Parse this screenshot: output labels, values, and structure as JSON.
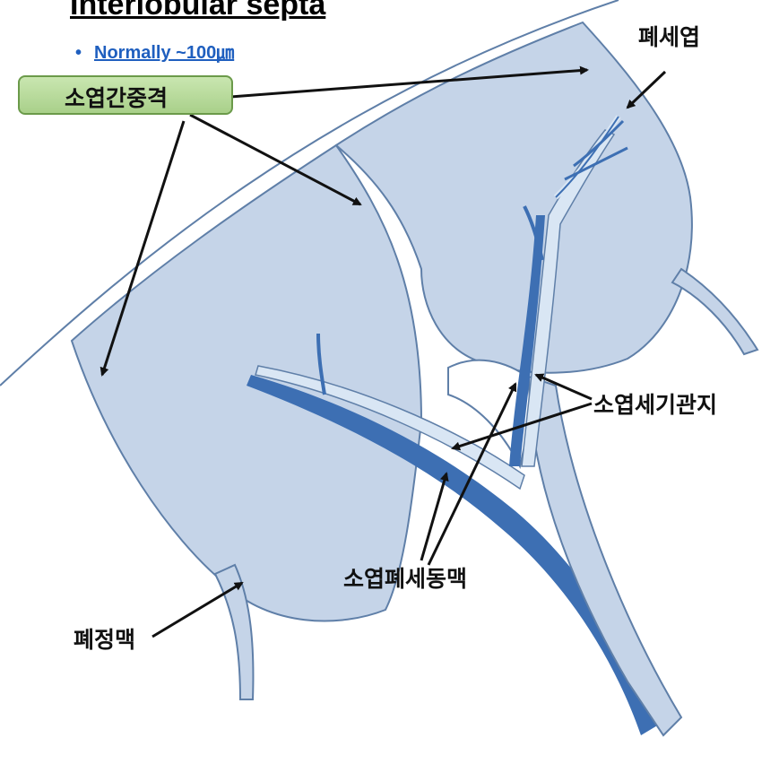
{
  "header": {
    "title": "Interlobular septa",
    "bullet": "Normally ~100㎛"
  },
  "labels": {
    "interlobular_septum": "소엽간중격",
    "pulmonary_lobule": "폐세엽",
    "lobular_bronchiole": "소엽세기관지",
    "lobular_artery": "소엽폐세동맥",
    "pulmonary_vein": "폐정맥"
  },
  "colors": {
    "lobule_fill": "#c5d4e8",
    "lobule_stroke": "#5f7fa8",
    "vessel_dark": "#3d6fb3",
    "vessel_light": "#d9e6f4",
    "label_box": "#b6dc98"
  }
}
